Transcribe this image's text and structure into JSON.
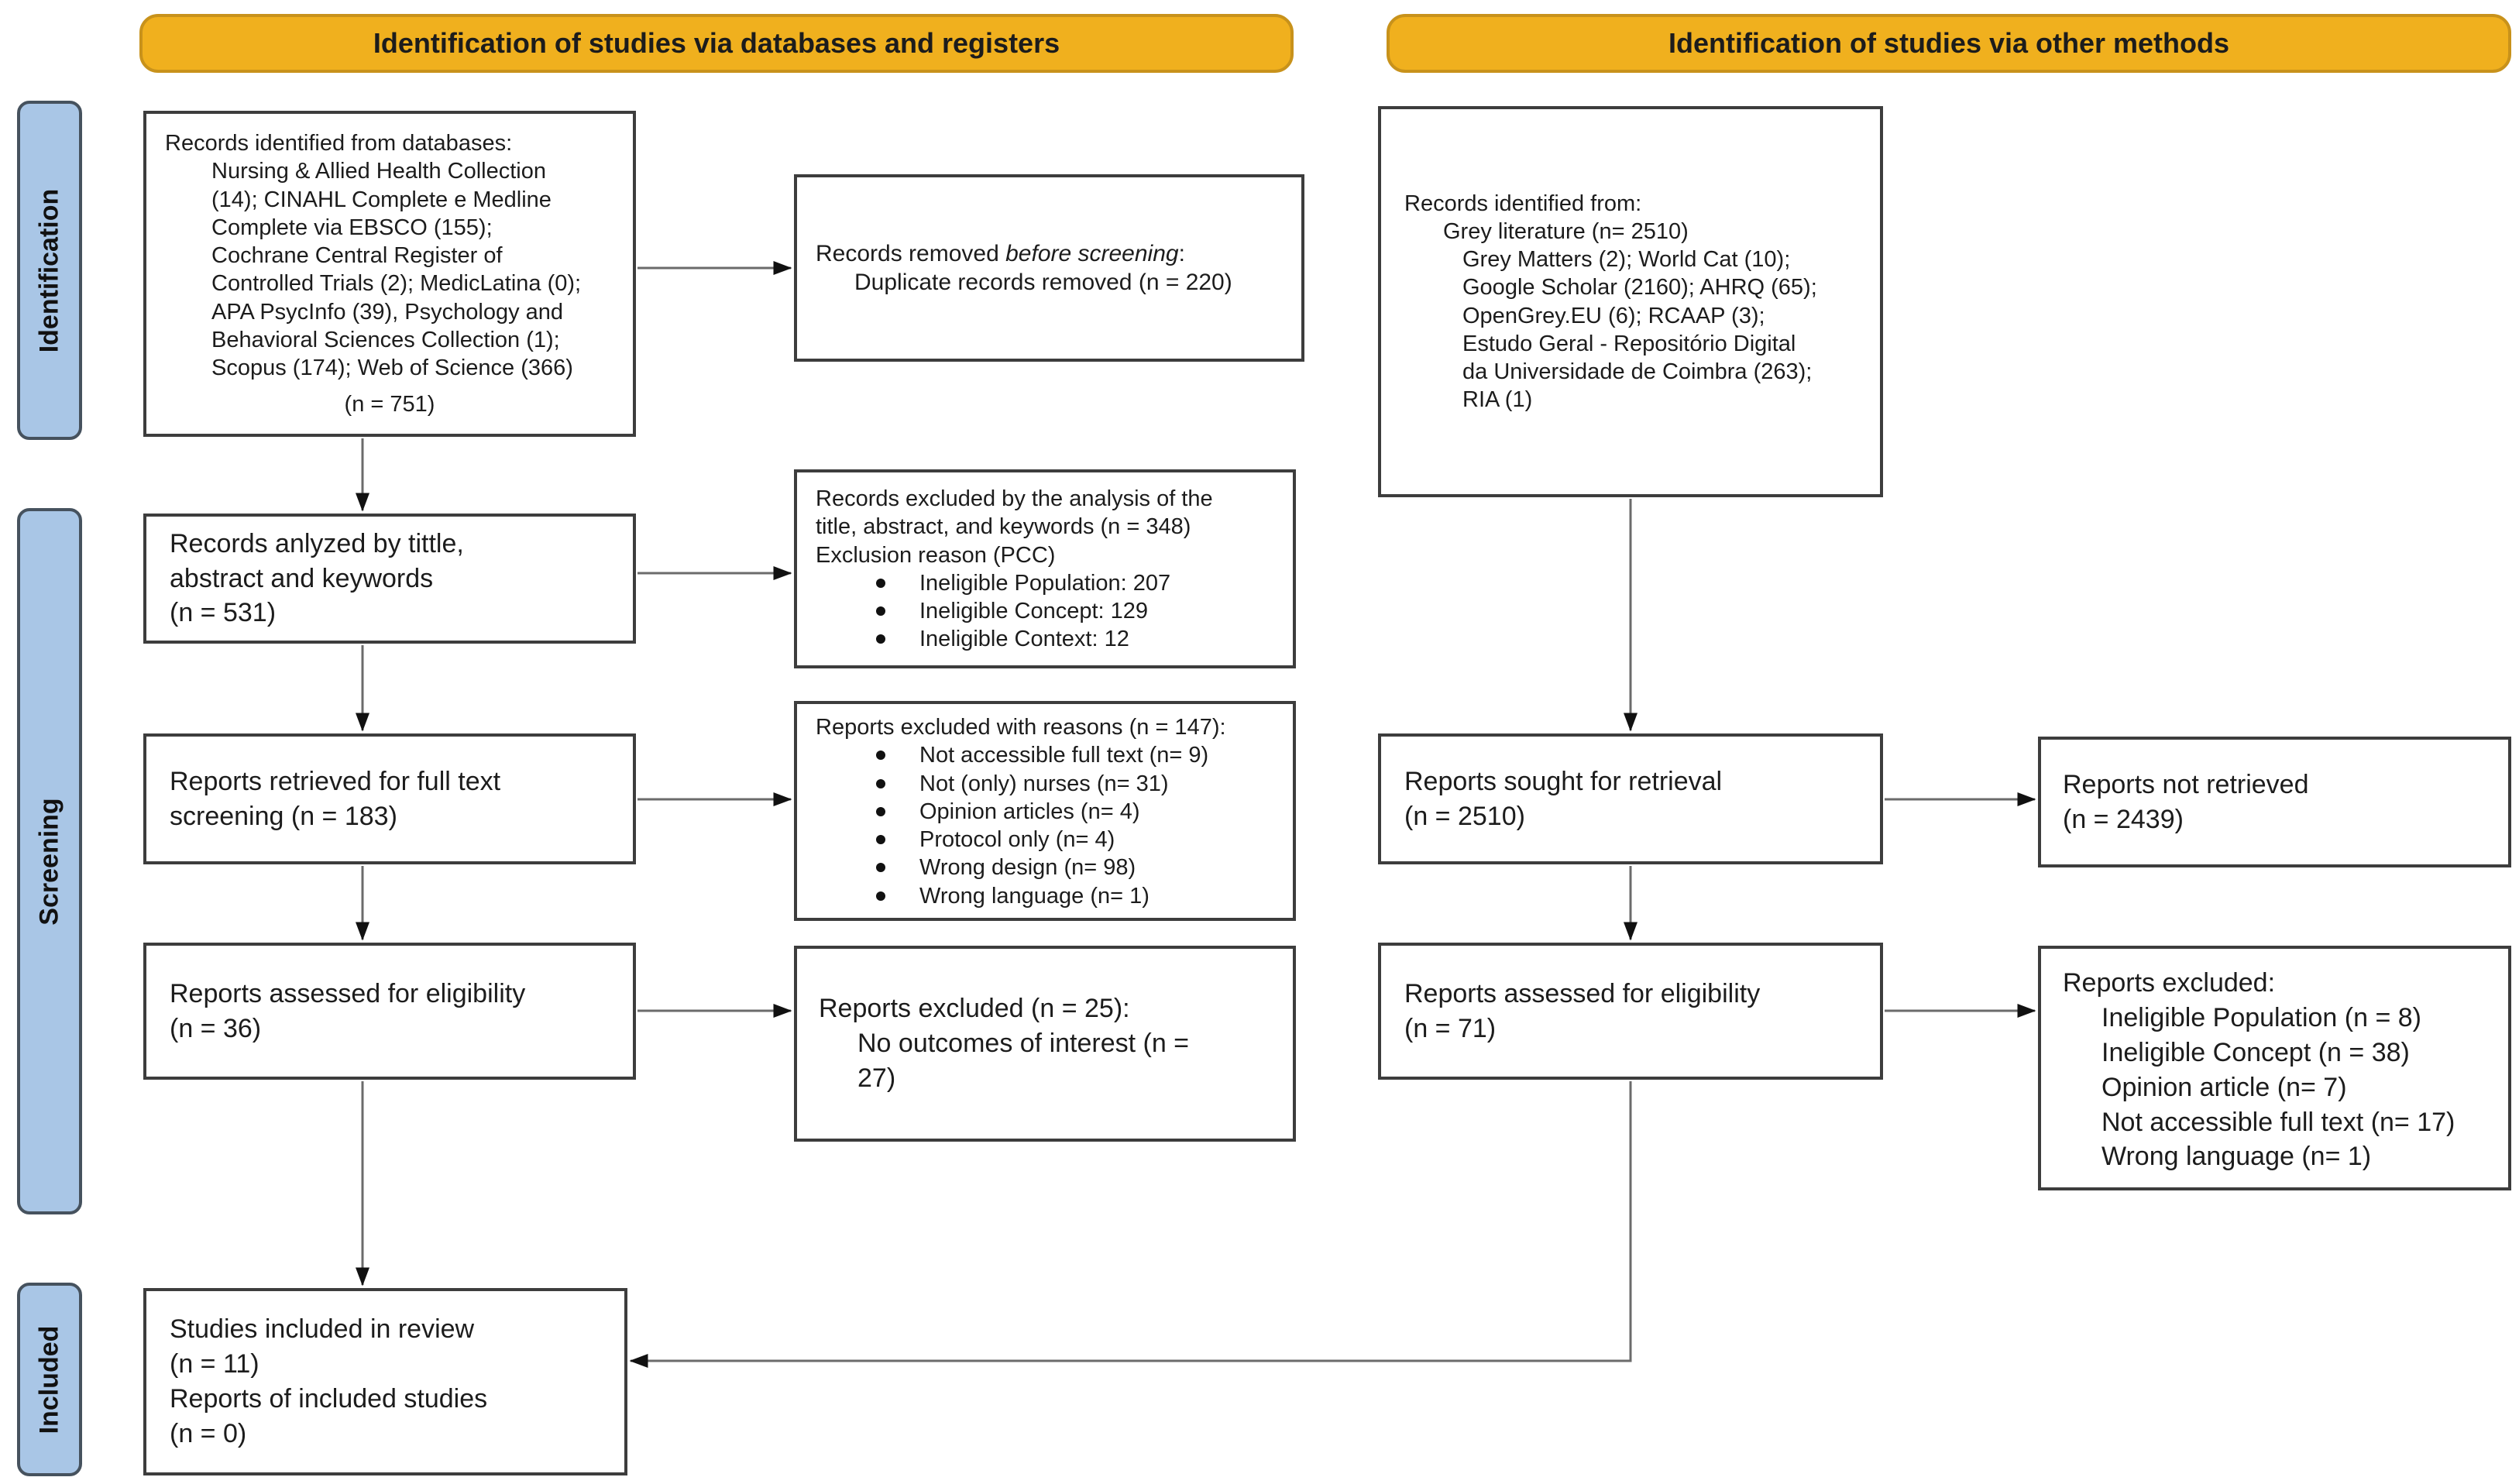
{
  "colors": {
    "banner_bg": "#F0B01E",
    "banner_border": "#C8921B",
    "stage_bg": "#A9C6E6",
    "stage_border": "#46525E"
  },
  "banners": {
    "left": "Identification of studies via databases and registers",
    "right": "Identification of studies via other methods"
  },
  "stages": {
    "identification": "Identification",
    "screening": "Screening",
    "included": "Included"
  },
  "boxes": {
    "db": {
      "title": "Records identified from databases:",
      "lines": [
        "Nursing & Allied Health Collection",
        "(14); CINAHL Complete e Medline",
        "Complete via EBSCO (155);",
        "Cochrane Central Register of",
        "Controlled Trials (2); MedicLatina (0);",
        "APA PsycInfo (39), Psychology and",
        "Behavioral Sciences Collection (1);",
        "Scopus (174); Web of Science (366)"
      ],
      "total": "(n = 751)"
    },
    "removed": {
      "prefix": "Records removed ",
      "emph": "before screening",
      "suffix": ":",
      "detail": "Duplicate records removed (n = 220)"
    },
    "analyzed": {
      "lines": [
        "Records anlyzed by tittle,",
        "abstract and keywords",
        "(n = 531)"
      ]
    },
    "excluded_pcc": {
      "lines": [
        "Records excluded by the analysis of the",
        "title, abstract, and keywords (n = 348)",
        "Exclusion reason (PCC)"
      ],
      "bullets": [
        "Ineligible Population: 207",
        "Ineligible Concept: 129",
        "Ineligible Context: 12"
      ]
    },
    "fulltext": {
      "lines": [
        "Reports retrieved for full text",
        "screening (n = 183)"
      ]
    },
    "excl_reasons": {
      "title": "Reports excluded with reasons (n = 147):",
      "bullets": [
        "Not accessible full text (n= 9)",
        "Not (only) nurses (n= 31)",
        "Opinion articles (n= 4)",
        "Protocol only (n= 4)",
        "Wrong design (n= 98)",
        "Wrong language (n= 1)"
      ]
    },
    "assessed_left": {
      "lines": [
        "Reports assessed for eligibility",
        "(n = 36)"
      ]
    },
    "excluded_outcomes": {
      "title": "Reports excluded (n = 25):",
      "lines": [
        "No outcomes of interest (n =",
        "27)"
      ]
    },
    "included": {
      "lines": [
        "Studies included in review",
        "(n = 11)",
        "Reports of included studies",
        "(n = 0)"
      ]
    },
    "grey": {
      "title": "Records identified from:",
      "subtitle": "Grey literature (n= 2510)",
      "lines": [
        "Grey Matters (2); World Cat (10);",
        "Google Scholar (2160); AHRQ (65);",
        "OpenGrey.EU (6); RCAAP (3);",
        "Estudo Geral - Repositório Digital",
        "da Universidade de Coimbra (263);",
        "RIA (1)"
      ]
    },
    "sought": {
      "lines": [
        "Reports sought for retrieval",
        "(n = 2510)"
      ]
    },
    "not_retrieved": {
      "lines": [
        "Reports not retrieved",
        "(n = 2439)"
      ]
    },
    "assessed_right": {
      "lines": [
        "Reports assessed for eligibility",
        "(n = 71)"
      ]
    },
    "excluded_right": {
      "title": "Reports excluded:",
      "lines": [
        "Ineligible Population (n = 8)",
        "Ineligible Concept (n = 38)",
        "Opinion article (n= 7)",
        "Not accessible full text (n= 17)",
        "Wrong language (n= 1)"
      ]
    }
  }
}
